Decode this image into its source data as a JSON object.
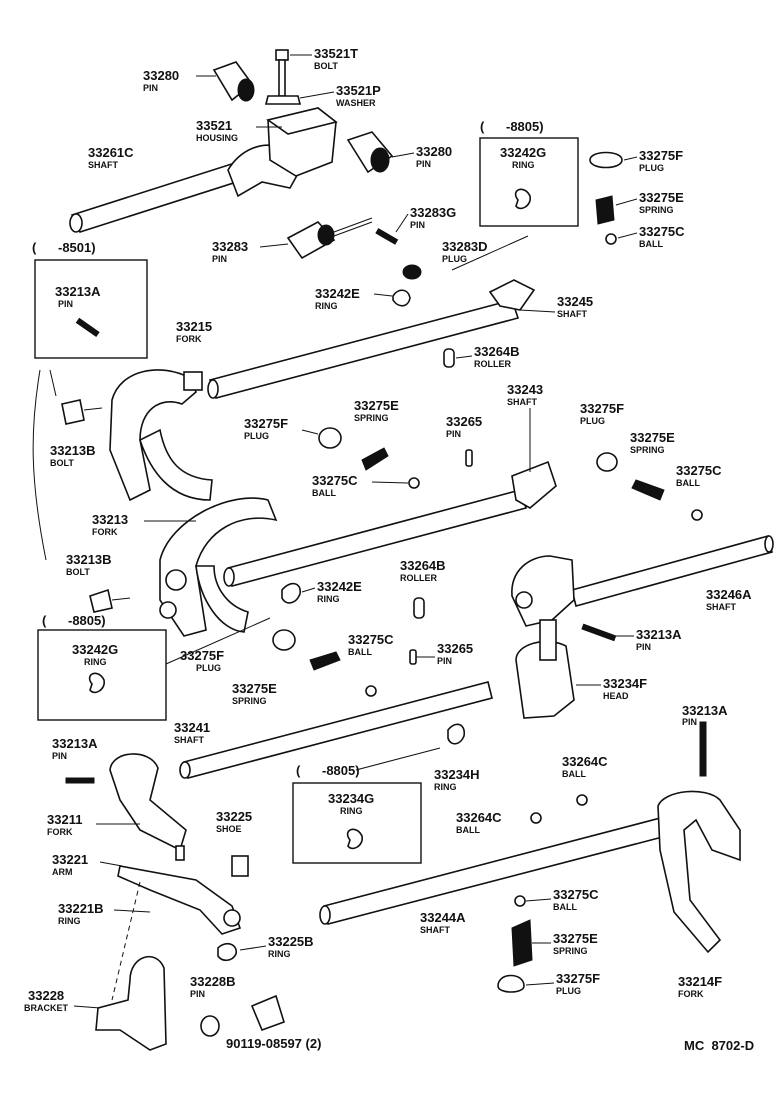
{
  "callouts": [
    {
      "num": "33521T",
      "name": "BOLT"
    },
    {
      "num": "33280",
      "name": "PIN"
    },
    {
      "num": "33521P",
      "name": "WASHER"
    },
    {
      "num": "33521",
      "name": "HOUSING"
    },
    {
      "num": "33280",
      "name": "PIN"
    },
    {
      "num": "33261C",
      "name": "SHAFT"
    },
    {
      "num": "33242G",
      "name": "RING"
    },
    {
      "num": "33275F",
      "name": "PLUG"
    },
    {
      "num": "33275E",
      "name": "SPRING"
    },
    {
      "num": "33275C",
      "name": "BALL"
    },
    {
      "num": "33283G",
      "name": "PIN"
    },
    {
      "num": "33283",
      "name": "PIN"
    },
    {
      "num": "33283D",
      "name": "PLUG"
    },
    {
      "num": "33213A",
      "name": "PIN"
    },
    {
      "num": "33242E",
      "name": "RING"
    },
    {
      "num": "33245",
      "name": "SHAFT"
    },
    {
      "num": "33215",
      "name": "FORK"
    },
    {
      "num": "33264B",
      "name": "ROLLER"
    },
    {
      "num": "33213B",
      "name": "BOLT"
    },
    {
      "num": "33275F",
      "name": "PLUG"
    },
    {
      "num": "33275E",
      "name": "SPRING"
    },
    {
      "num": "33265",
      "name": "PIN"
    },
    {
      "num": "33243",
      "name": "SHAFT"
    },
    {
      "num": "33275F",
      "name": "PLUG"
    },
    {
      "num": "33275E",
      "name": "SPRING"
    },
    {
      "num": "33275C",
      "name": "BALL"
    },
    {
      "num": "33275C",
      "name": "BALL"
    },
    {
      "num": "33213",
      "name": "FORK"
    },
    {
      "num": "33213B",
      "name": "BOLT"
    },
    {
      "num": "33264B",
      "name": "ROLLER"
    },
    {
      "num": "33242E",
      "name": "RING"
    },
    {
      "num": "33246A",
      "name": "SHAFT"
    },
    {
      "num": "33242G",
      "name": "RING"
    },
    {
      "num": "33213A",
      "name": "PIN"
    },
    {
      "num": "33275F",
      "name": "PLUG"
    },
    {
      "num": "33275C",
      "name": "BALL"
    },
    {
      "num": "33265",
      "name": "PIN"
    },
    {
      "num": "33275E",
      "name": "SPRING"
    },
    {
      "num": "33234F",
      "name": "HEAD"
    },
    {
      "num": "33241",
      "name": "SHAFT"
    },
    {
      "num": "33213A",
      "name": "PIN"
    },
    {
      "num": "33213A",
      "name": "PIN"
    },
    {
      "num": "33264C",
      "name": "BALL"
    },
    {
      "num": "33234H",
      "name": "RING"
    },
    {
      "num": "33234G",
      "name": "RING"
    },
    {
      "num": "33211",
      "name": "FORK"
    },
    {
      "num": "33225",
      "name": "SHOE"
    },
    {
      "num": "33264C",
      "name": "BALL"
    },
    {
      "num": "33221",
      "name": "ARM"
    },
    {
      "num": "33221B",
      "name": "RING"
    },
    {
      "num": "33244A",
      "name": "SHAFT"
    },
    {
      "num": "33275C",
      "name": "BALL"
    },
    {
      "num": "33275E",
      "name": "SPRING"
    },
    {
      "num": "33225B",
      "name": "RING"
    },
    {
      "num": "33275F",
      "name": "PLUG"
    },
    {
      "num": "33214F",
      "name": "FORK"
    },
    {
      "num": "33228",
      "name": "BRACKET"
    },
    {
      "num": "33228B",
      "name": "PIN"
    },
    {
      "num": "90119-08597 (2)",
      "name": ""
    }
  ],
  "date_notes": [
    "(      -8805)",
    "(      -8501)",
    "(      -8805)",
    "(      -8805)"
  ],
  "inset_marks": [
    "ORing",
    "ORing"
  ],
  "footer_code": "MC  8702-D"
}
